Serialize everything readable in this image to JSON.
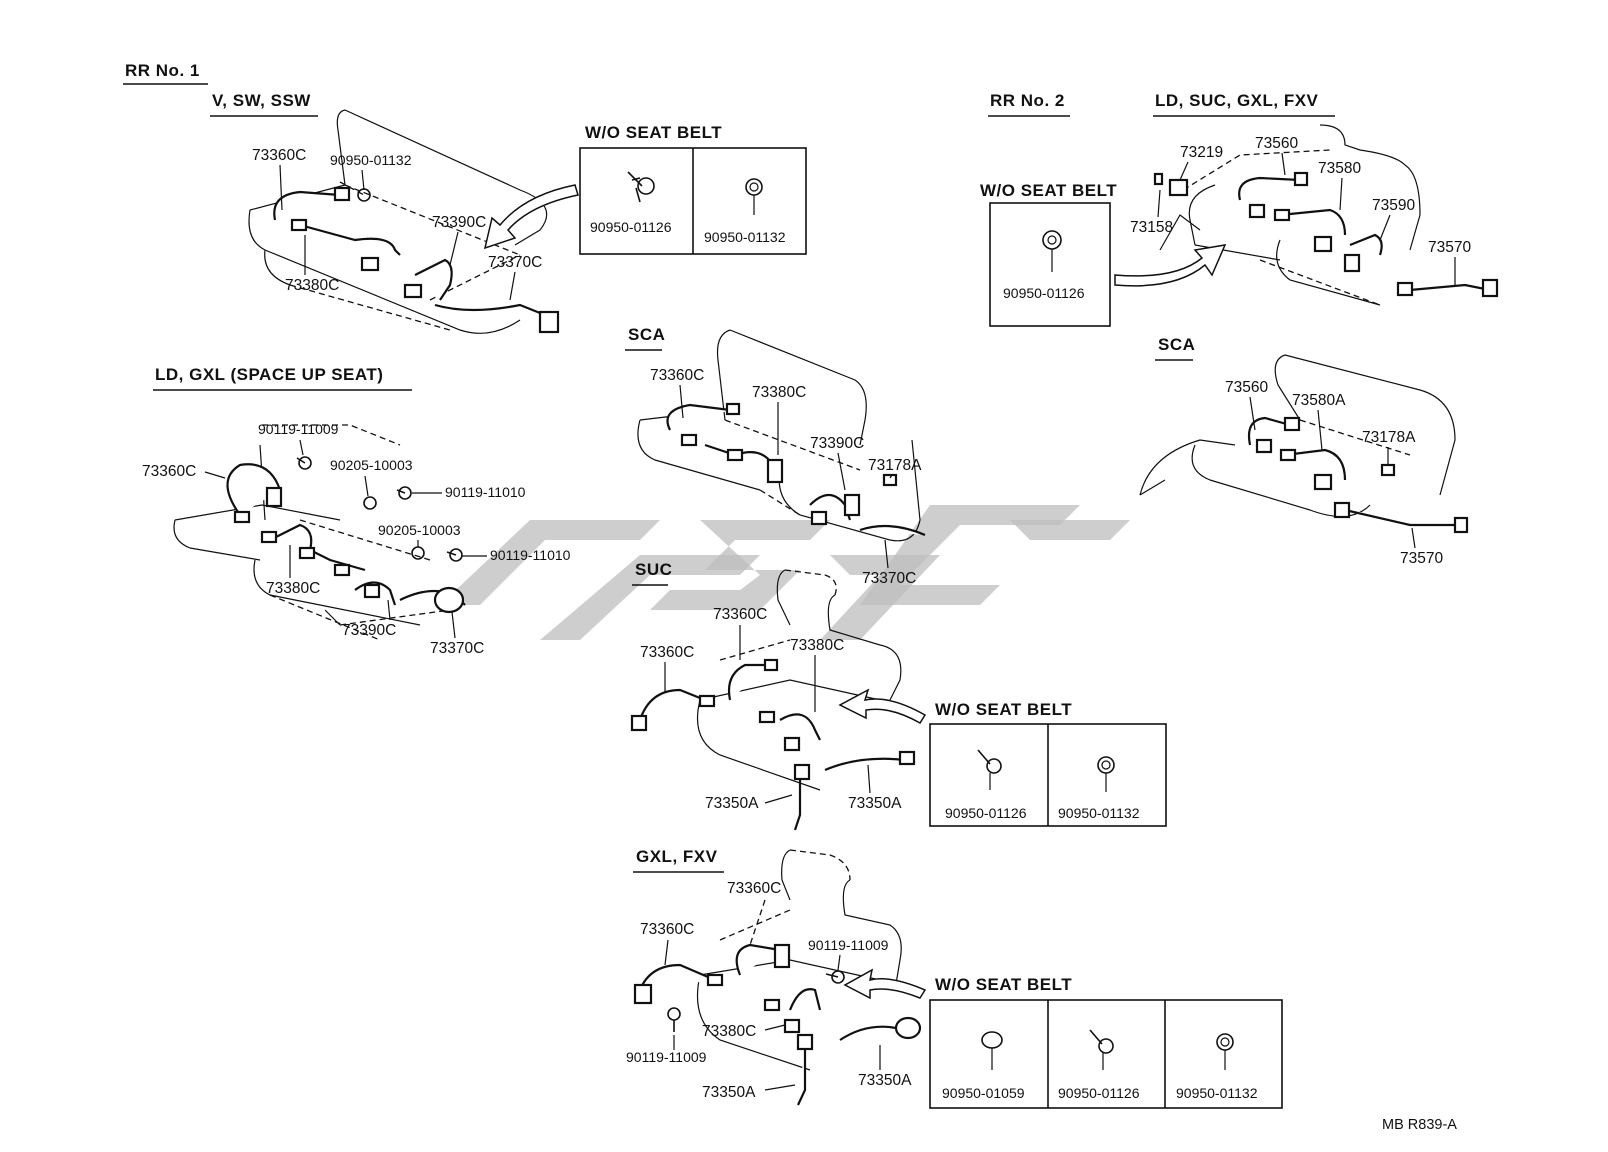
{
  "sections": {
    "rr1": "RR No. 1",
    "rr1_variant": "V, SW, SSW",
    "ld_gxl": "LD, GXL (SPACE UP SEAT)",
    "rr2": "RR No. 2",
    "rr2_variant": "LD, SUC, GXL, FXV",
    "sca_mid": "SCA",
    "sca_right": "SCA",
    "suc": "SUC",
    "gxl_fxv": "GXL, FXV"
  },
  "wo_seat_belt": "W/O SEAT  BELT",
  "parts": {
    "p73360c": "73360C",
    "p73380c": "73380C",
    "p73390c": "73390C",
    "p73370c": "73370C",
    "p90950_01132": "90950-01132",
    "p90950_01126": "90950-01126",
    "p90950_01059": "90950-01059",
    "p90119_11009": "90119-11009",
    "p90119_11010": "90119-11010",
    "p90205_10003": "90205-10003",
    "p73560": "73560",
    "p73580": "73580",
    "p73580a": "73580A",
    "p73590": "73590",
    "p73570": "73570",
    "p73219": "73219",
    "p73158": "73158",
    "p73178a": "73178A",
    "p73350a": "73350A"
  },
  "footer_code": "MB  R839-A"
}
